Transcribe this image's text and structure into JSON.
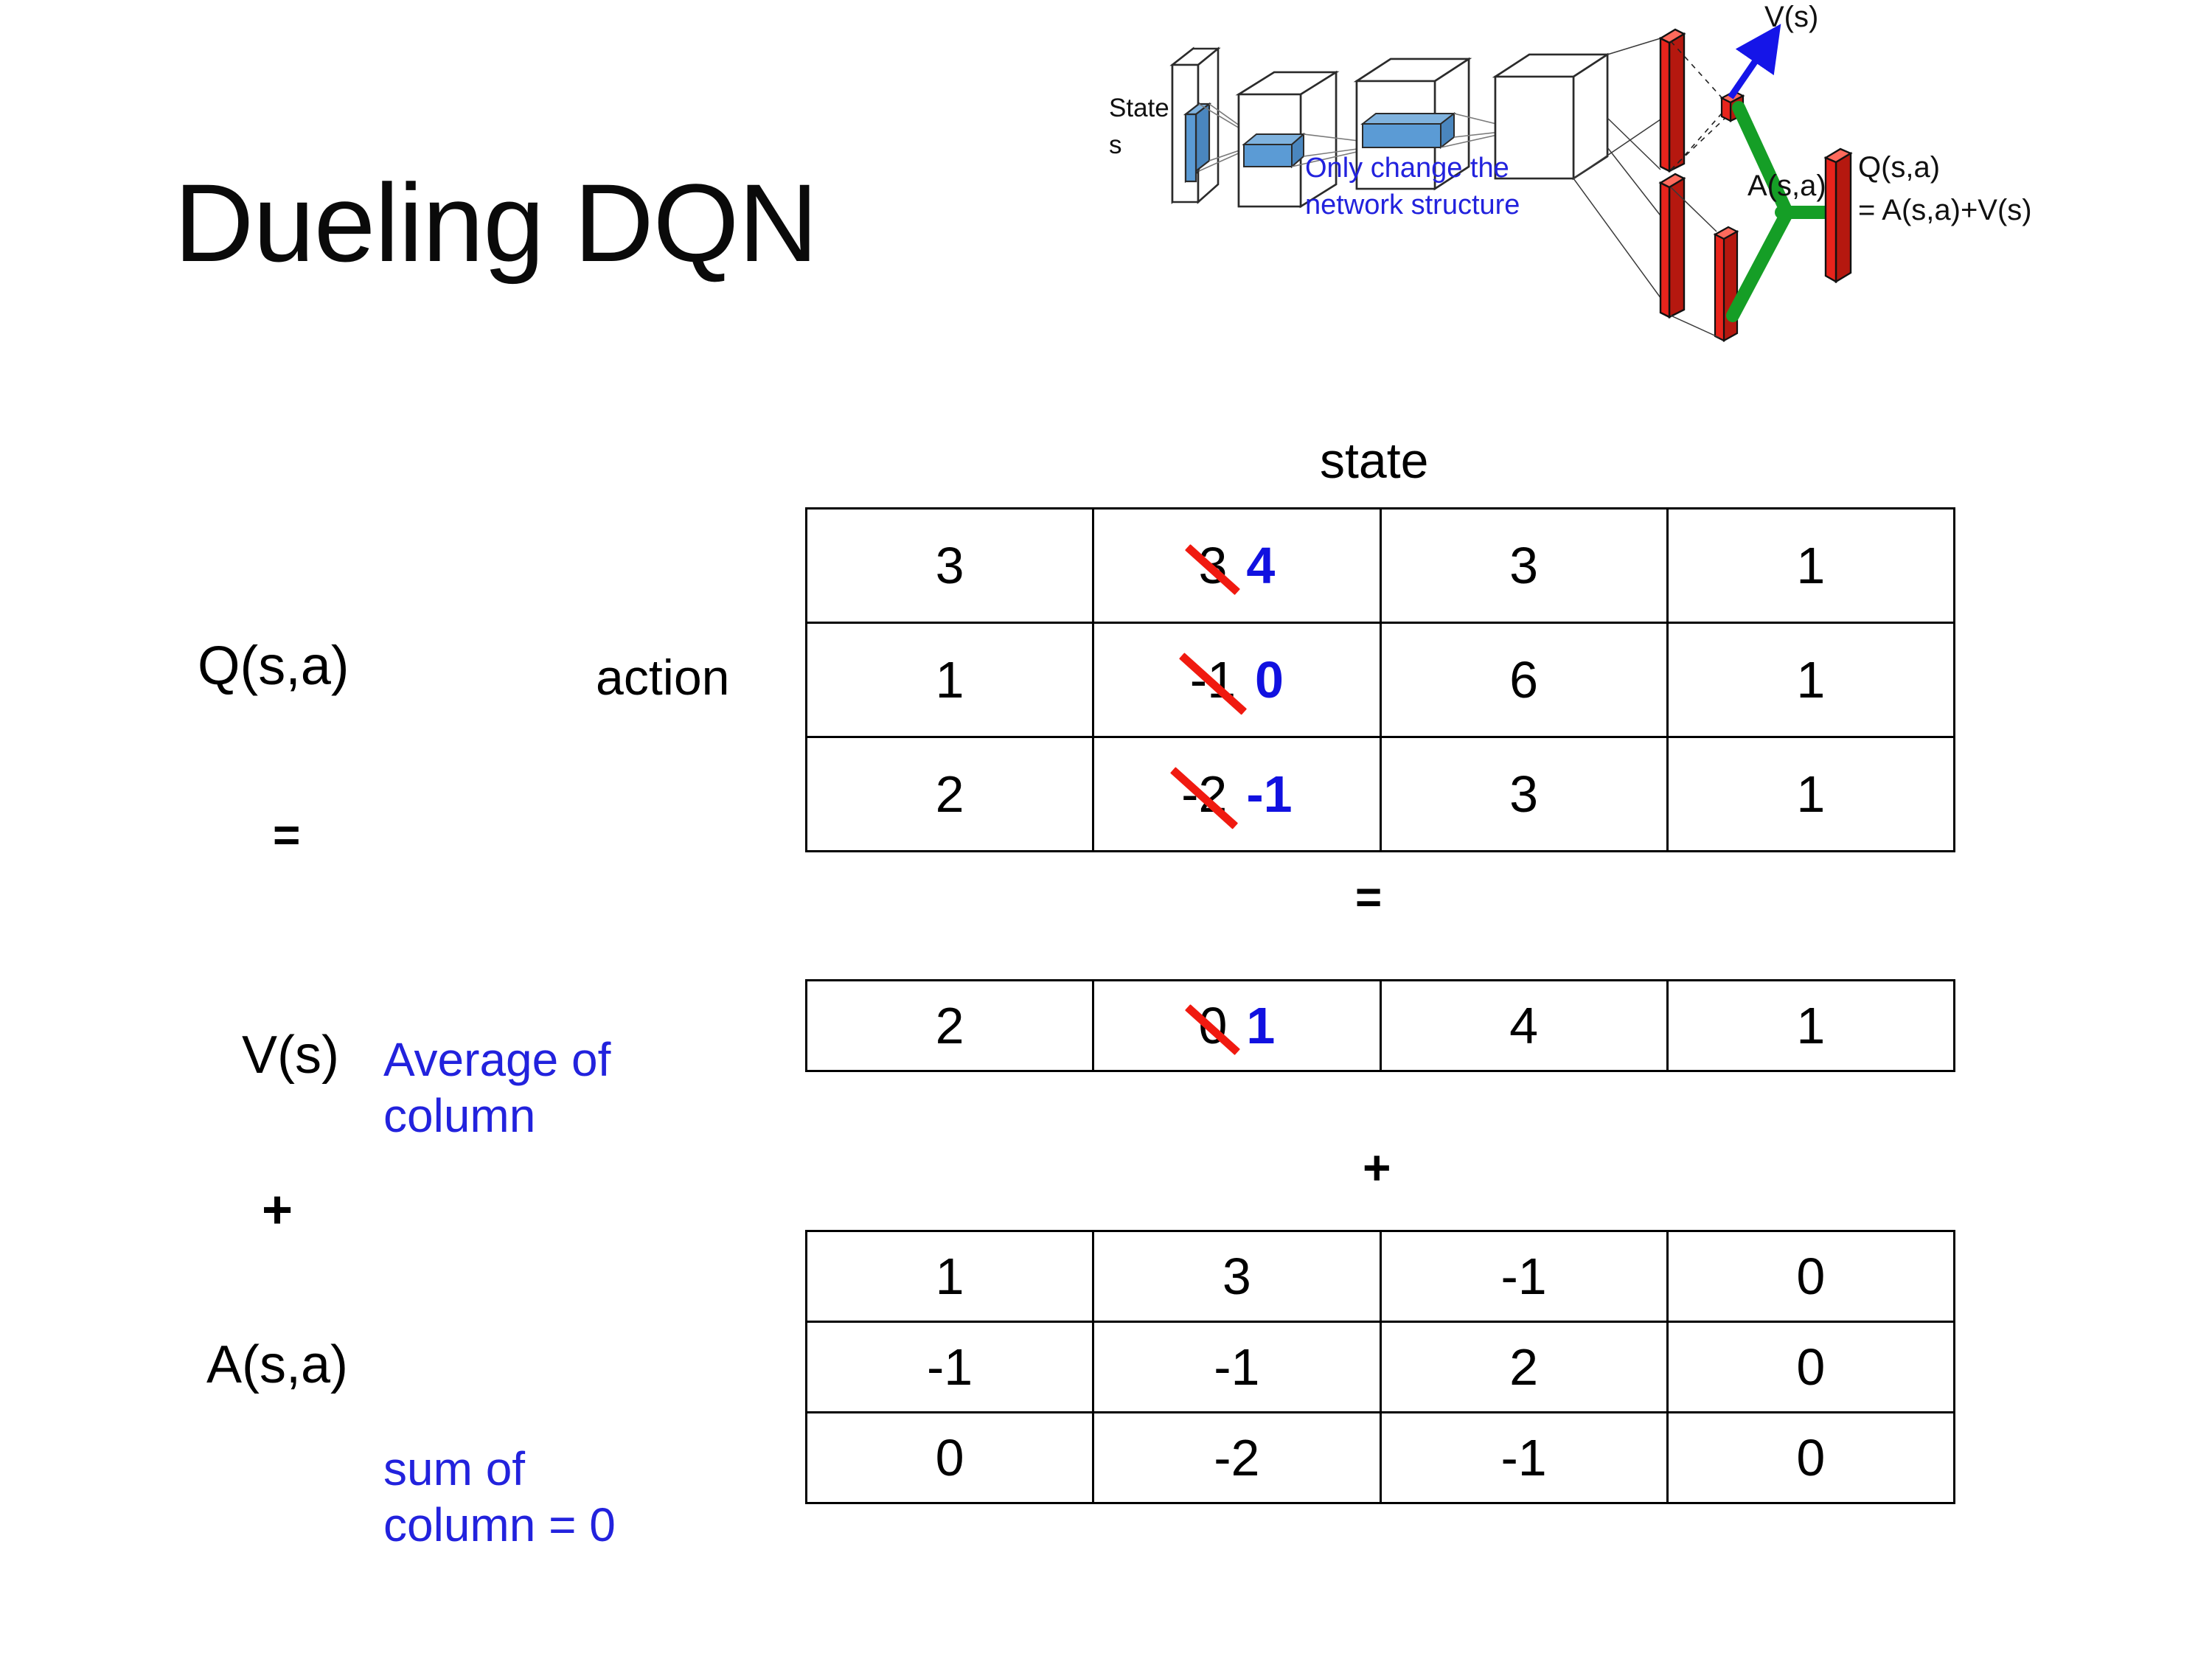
{
  "title": "Dueling DQN",
  "labels": {
    "q_label": "Q(s,a)",
    "v_label": "V(s)",
    "a_label": "A(s,a)",
    "action_axis": "action",
    "state_axis": "state",
    "equals_left": "=",
    "plus_left": "+",
    "equals_mid": "=",
    "plus_mid": "+"
  },
  "notes": {
    "average_note": "Average of column",
    "sum_note": "sum of column = 0",
    "average_line1": "Average of",
    "average_line2": "column",
    "sum_line1": "sum of",
    "sum_line2": "column = 0"
  },
  "diagram": {
    "state_label": "State",
    "state_sub": "s",
    "annotation_line1": "Only change the",
    "annotation_line2": "network structure",
    "v_output": "V(s)",
    "a_output": "A(s,a)",
    "q_output_line1": "Q(s,a)",
    "q_output_line2": "= A(s,a)+V(s)"
  },
  "colors": {
    "blue": "#2222DD",
    "edit_blue": "#1111E0",
    "strike_red": "#F01A10",
    "bar_red": "#E8241C",
    "green": "#159E26",
    "layer_blue": "#5B9BD5",
    "black": "#000000"
  },
  "chart_data": {
    "type": "table",
    "title": "Dueling DQN decomposition Q(s,a) = V(s) + A(s,a)",
    "xlabel": "state",
    "ylabel": "action",
    "tables": [
      {
        "name": "Q(s,a)",
        "rows": [
          [
            {
              "value": "3"
            },
            {
              "value": "3",
              "old": "3",
              "new": "4",
              "edited": true
            },
            {
              "value": "3"
            },
            {
              "value": "1"
            }
          ],
          [
            {
              "value": "1"
            },
            {
              "value": "-1",
              "old": "-1",
              "new": "0",
              "edited": true
            },
            {
              "value": "6"
            },
            {
              "value": "1"
            }
          ],
          [
            {
              "value": "2"
            },
            {
              "value": "-2",
              "old": "-2",
              "new": "-1",
              "edited": true
            },
            {
              "value": "3"
            },
            {
              "value": "1"
            }
          ]
        ]
      },
      {
        "name": "V(s)",
        "rows": [
          [
            {
              "value": "2"
            },
            {
              "value": "0",
              "old": "0",
              "new": "1",
              "edited": true
            },
            {
              "value": "4"
            },
            {
              "value": "1"
            }
          ]
        ]
      },
      {
        "name": "A(s,a)",
        "rows": [
          [
            {
              "value": "1"
            },
            {
              "value": "3"
            },
            {
              "value": "-1"
            },
            {
              "value": "0"
            }
          ],
          [
            {
              "value": "-1"
            },
            {
              "value": "-1"
            },
            {
              "value": "2"
            },
            {
              "value": "0"
            }
          ],
          [
            {
              "value": "0"
            },
            {
              "value": "-2"
            },
            {
              "value": "-1"
            },
            {
              "value": "0"
            }
          ]
        ]
      }
    ]
  }
}
